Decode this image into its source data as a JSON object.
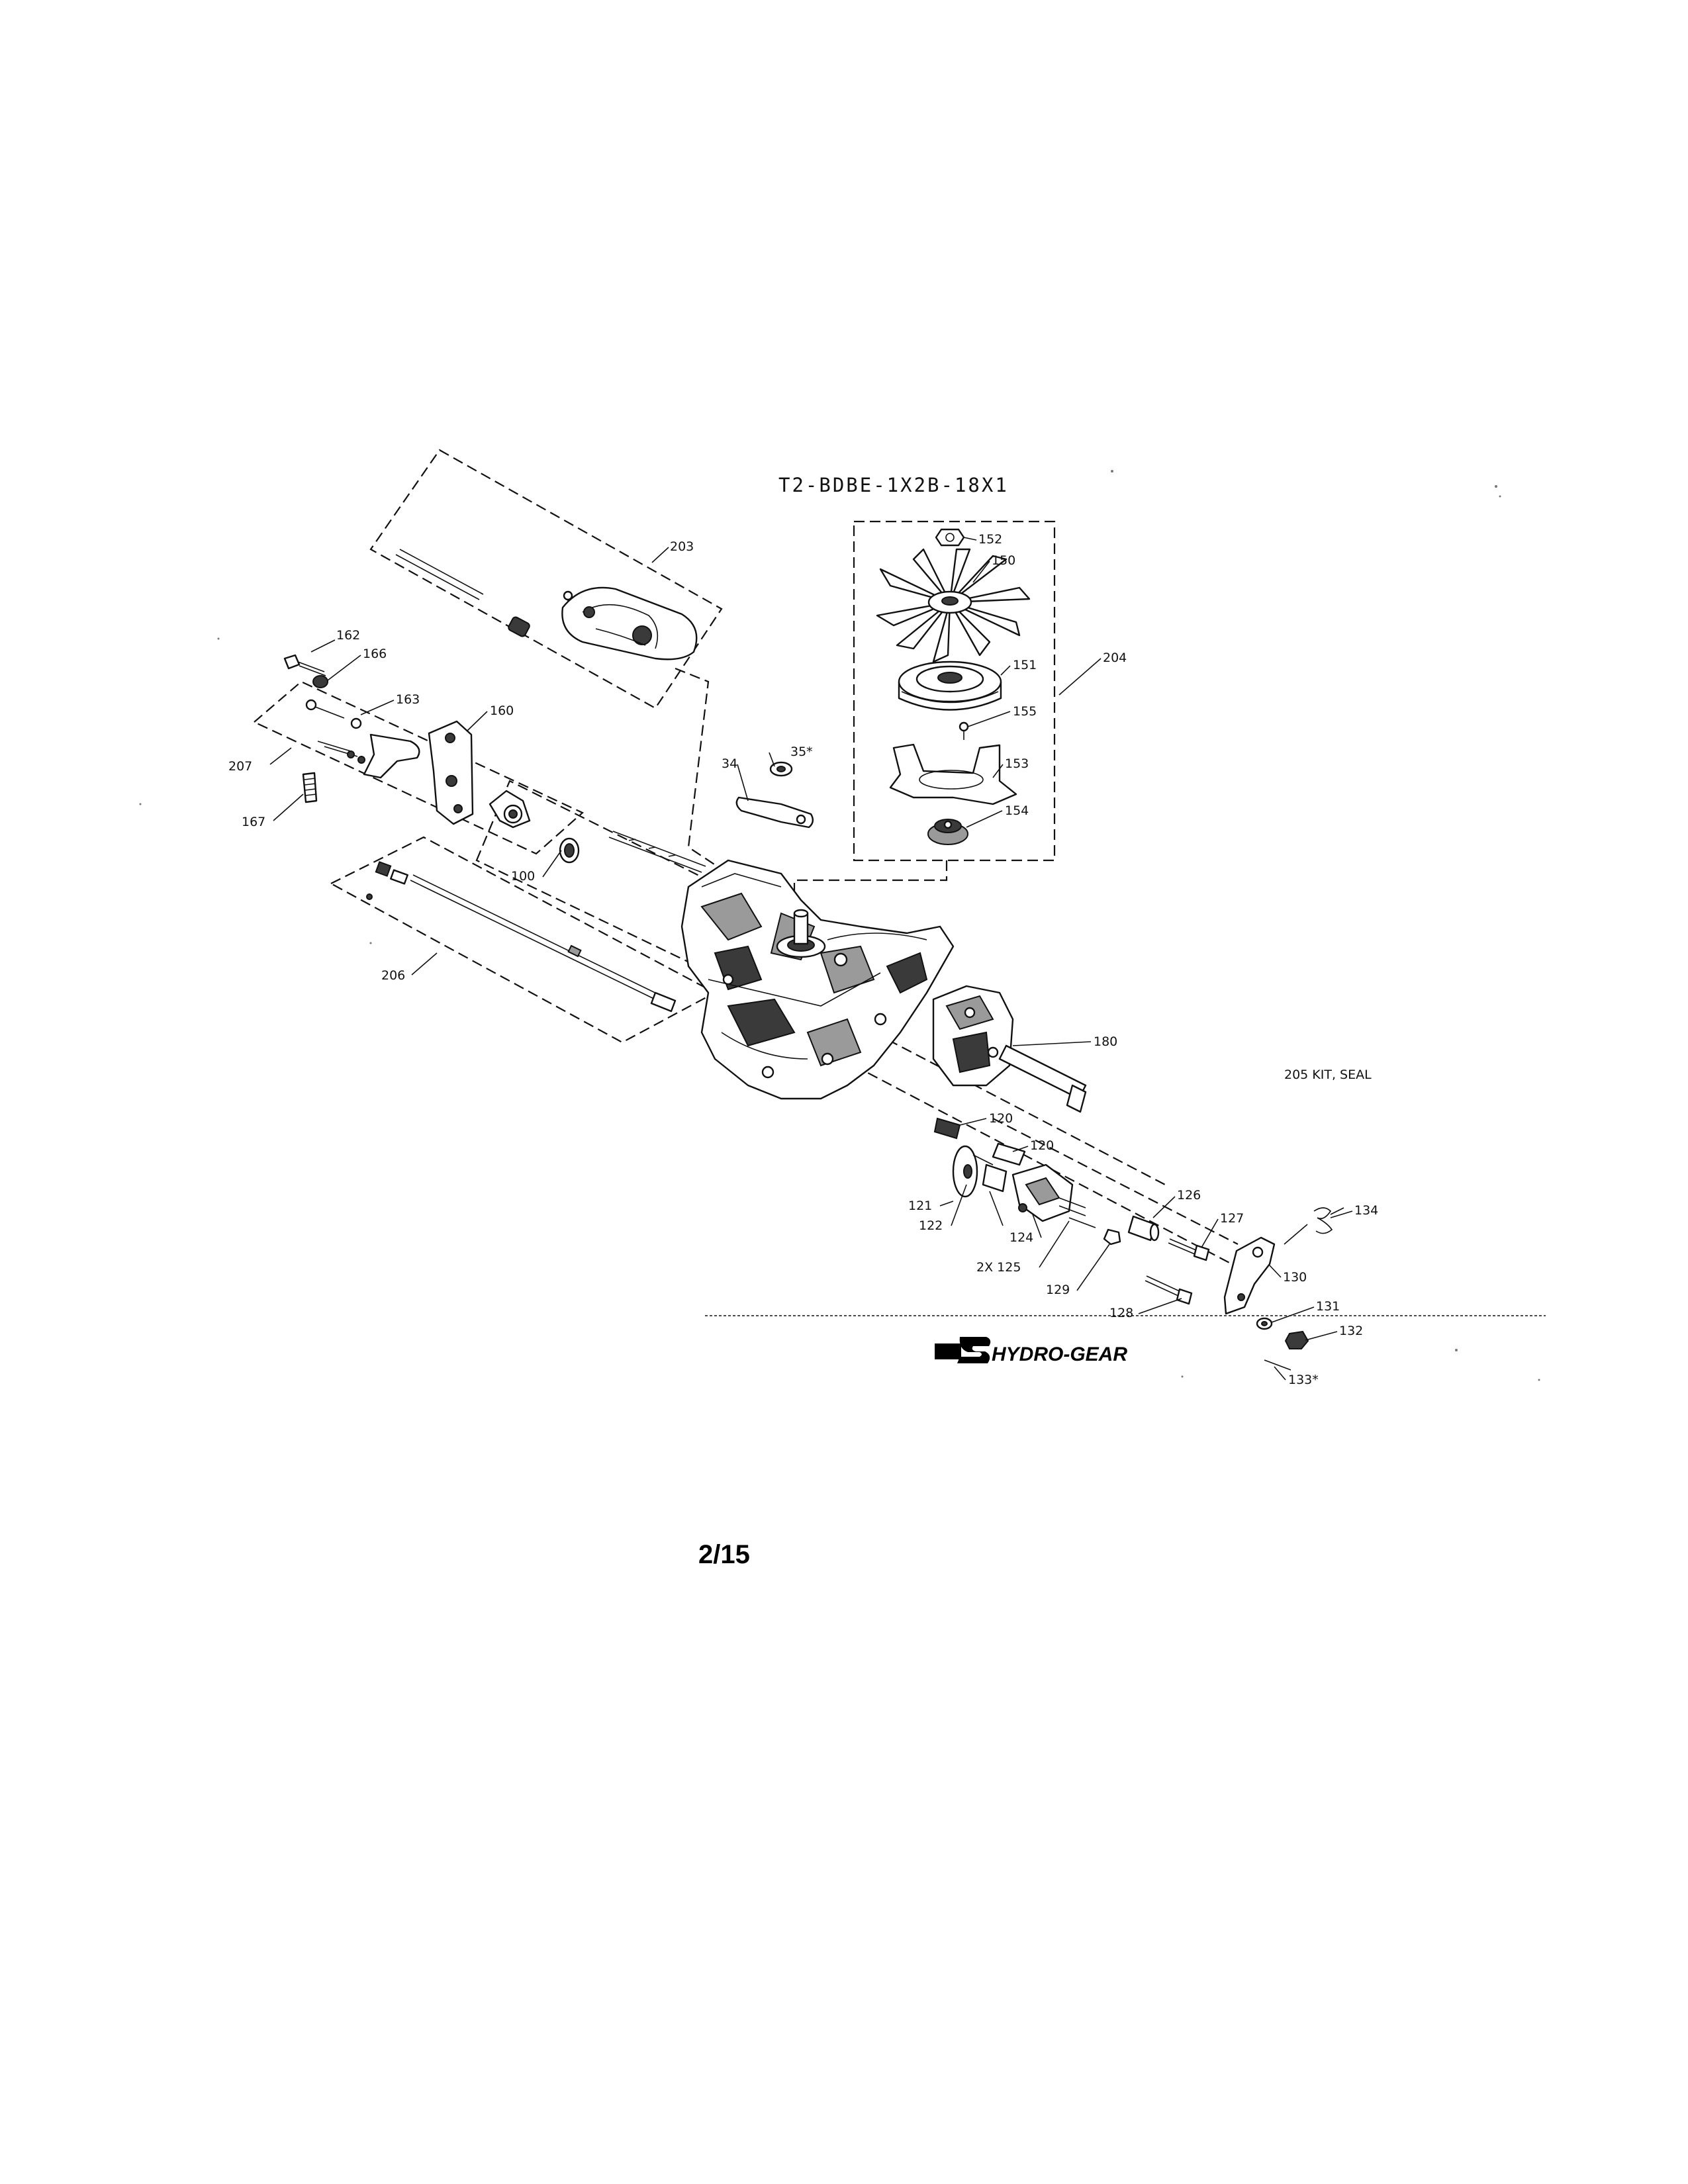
{
  "diagram": {
    "model_code": "T2-BDBE-1X2B-18X1",
    "kit_note": "205 KIT, SEAL",
    "brand": "HYDRO-GEAR",
    "page_number": "2/15",
    "callouts": {
      "c203": "203",
      "c152": "152",
      "c150": "150",
      "c162": "162",
      "c166": "166",
      "c163": "163",
      "c160": "160",
      "c204": "204",
      "c151": "151",
      "c155": "155",
      "c207": "207",
      "c34": "34",
      "c35": "35*",
      "c153": "153",
      "c167": "167",
      "c154": "154",
      "c100": "100",
      "c206": "206",
      "c180": "180",
      "c120a": "120",
      "c120b": "120",
      "c121": "121",
      "c122": "122",
      "c124": "124",
      "c126": "126",
      "c127": "127",
      "c134": "134",
      "c125": "2X  125",
      "c130": "130",
      "c129": "129",
      "c131": "131",
      "c128": "128",
      "c132": "132",
      "c133": "133*"
    }
  }
}
